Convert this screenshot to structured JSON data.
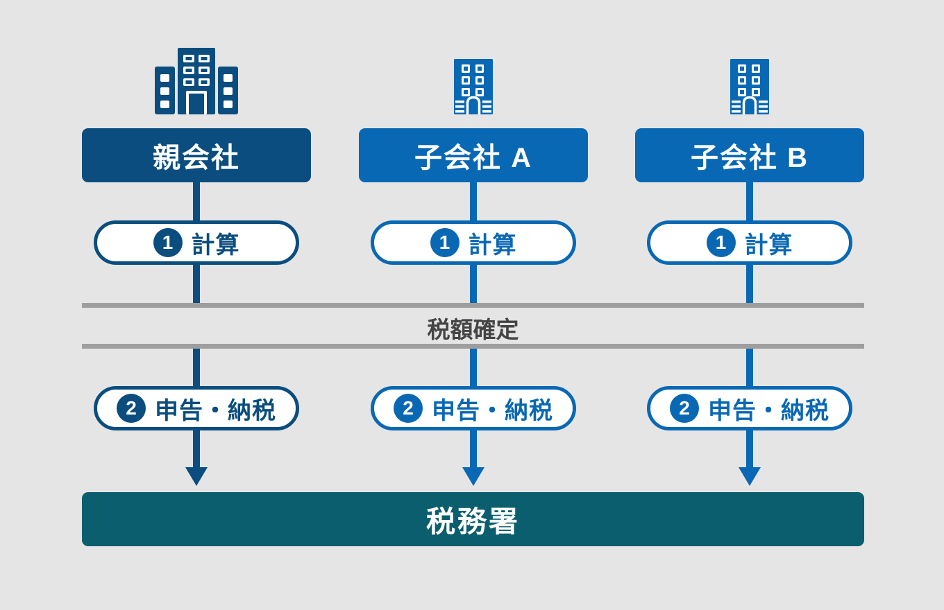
{
  "diagram": {
    "title_hint": "consolidated tax filing flow",
    "colors": {
      "background": "#e5e5e5",
      "parent_navy": "#0a4d7e",
      "subsidiary_blue": "#0968b3",
      "tax_office_teal": "#0b5e6d",
      "divider_gray": "#9e9e9e",
      "band_text": "#444444"
    },
    "columns": [
      {
        "label": "親会社",
        "building_icon": "office-building-large",
        "step1": {
          "number": "1",
          "label": "計算"
        },
        "step2": {
          "number": "2",
          "label": "申告・納税"
        }
      },
      {
        "label": "子会社 A",
        "building_icon": "office-building-small",
        "step1": {
          "number": "1",
          "label": "計算"
        },
        "step2": {
          "number": "2",
          "label": "申告・納税"
        }
      },
      {
        "label": "子会社 B",
        "building_icon": "office-building-small",
        "step1": {
          "number": "1",
          "label": "計算"
        },
        "step2": {
          "number": "2",
          "label": "申告・納税"
        }
      }
    ],
    "band": {
      "label": "税額確定"
    },
    "destination": {
      "label": "税務署"
    }
  }
}
